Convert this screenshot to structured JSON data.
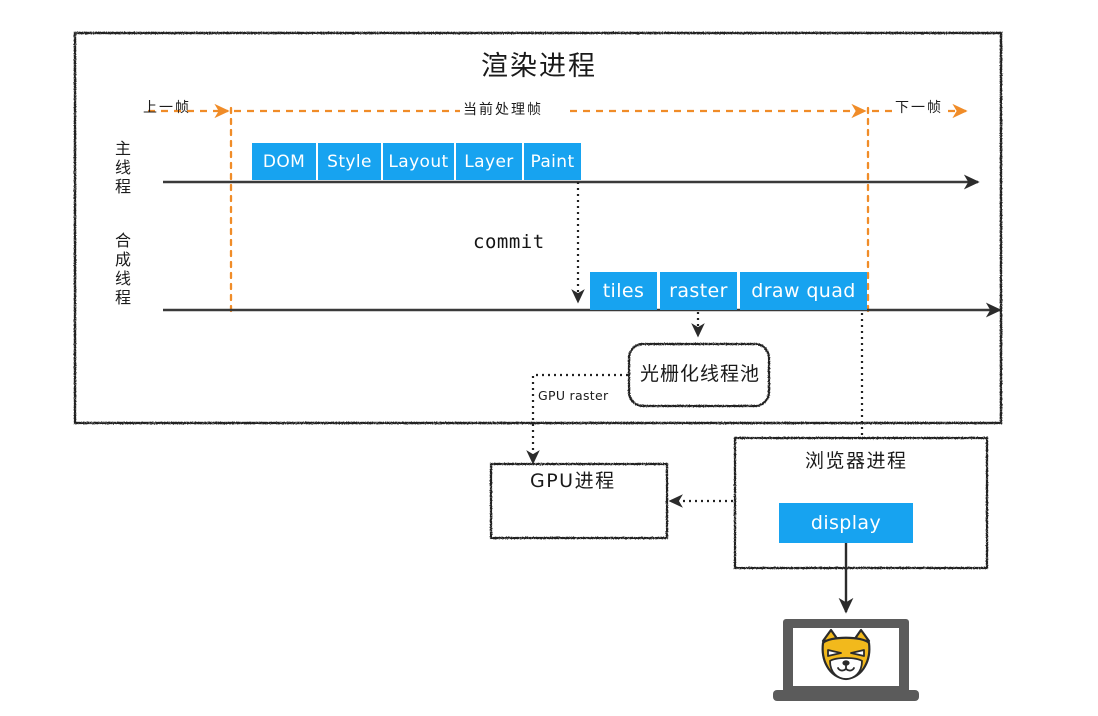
{
  "diagram": {
    "title": "渲染进程",
    "frame_markers": {
      "previous": "上一帧",
      "current": "当前处理帧",
      "next": "下一帧"
    },
    "threads": {
      "main": "主线程",
      "compositor": "合成线程"
    },
    "main_thread_stages": [
      "DOM",
      "Style",
      "Layout",
      "Layer",
      "Paint"
    ],
    "commit_label": "commit",
    "compositor_stages": [
      "tiles",
      "raster",
      "draw quad"
    ],
    "raster_pool": "光栅化线程池",
    "gpu_raster_label": "GPU raster",
    "gpu_process": "GPU进程",
    "browser_process": "浏览器进程",
    "display_chip": "display",
    "device": "laptop-screen-doge"
  },
  "colors": {
    "chip_blue": "#17a3f0",
    "frame_orange": "#f08c28",
    "stroke": "#2b2b2b",
    "laptop_gray": "#5b5b5b",
    "doge_gold": "#f2b91c"
  }
}
